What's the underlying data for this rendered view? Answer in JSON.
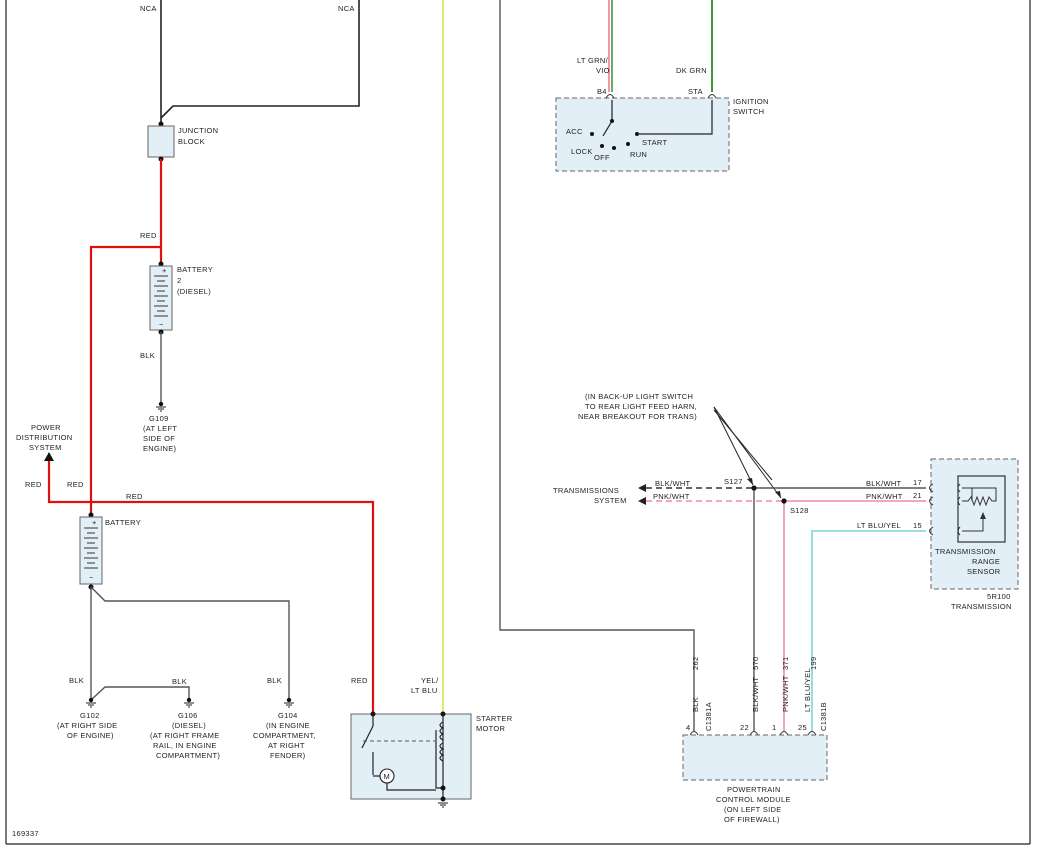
{
  "diagram_id": "169337",
  "labels": {
    "nca_left": "NCA",
    "nca_right": "NCA",
    "junction_block_1": "JUNCTION",
    "junction_block_2": "BLOCK",
    "red_wire_1": "RED",
    "battery2_1": "BATTERY",
    "battery2_2": "2",
    "battery2_3": "(DIESEL)",
    "blk_b2": "BLK",
    "g109_1": "G109",
    "g109_2": "(AT LEFT",
    "g109_3": "SIDE OF",
    "g109_4": "ENGINE)",
    "pds_1": "POWER",
    "pds_2": "DISTRIBUTION",
    "pds_3": "SYSTEM",
    "red_a": "RED",
    "red_b": "RED",
    "red_c": "RED",
    "battery": "BATTERY",
    "blk_g102": "BLK",
    "blk_g106": "BLK",
    "blk_g104": "BLK",
    "g102_1": "G102",
    "g102_2": "(AT RIGHT SIDE",
    "g102_3": "OF ENGINE)",
    "g106_1": "G106",
    "g106_2": "(DIESEL)",
    "g106_3": "(AT RIGHT FRAME",
    "g106_4": "RAIL, IN ENGINE",
    "g106_5": "COMPARTMENT)",
    "g104_1": "G104",
    "g104_2": "(IN ENGINE",
    "g104_3": "COMPARTMENT,",
    "g104_4": "AT RIGHT",
    "g104_5": "FENDER)",
    "red_starter": "RED",
    "yel_ltblu_1": "YEL/",
    "yel_ltblu_2": "LT BLU",
    "starter_1": "STARTER",
    "starter_2": "MOTOR",
    "motor_m": "M",
    "ltgrn_vio_1": "LT GRN/",
    "ltgrn_vio_2": "VIO",
    "dk_grn": "DK GRN",
    "b4": "B4",
    "sta": "STA",
    "ign_1": "IGNITION",
    "ign_2": "SWITCH",
    "acc": "ACC",
    "lock": "LOCK",
    "off": "OFF",
    "run": "RUN",
    "start": "START",
    "note_1": "(IN BACK-UP LIGHT SWITCH",
    "note_2": "TO REAR LIGHT FEED HARN,",
    "note_3": "NEAR BREAKOUT FOR TRANS)",
    "trans_sys_1": "TRANSMISSIONS",
    "trans_sys_2": "SYSTEM",
    "blk_wht_l": "BLK/WHT",
    "pnk_wht_l": "PNK/WHT",
    "s127": "S127",
    "s128": "S128",
    "blk_wht_r": "BLK/WHT",
    "pnk_wht_r": "PNK/WHT",
    "ltblu_yel_r": "LT BLU/YEL",
    "pin17": "17",
    "pin21": "21",
    "pin15": "15",
    "trs_1": "TRANSMISSION",
    "trs_2": "RANGE",
    "trs_3": "SENSOR",
    "trans_1": "5R100",
    "trans_2": "TRANSMISSION",
    "c262": "262",
    "c570": "570",
    "c371": "371",
    "c199": "199",
    "v_blk": "BLK",
    "v_c1381a": "C1381A",
    "v_blkwht": "BLK/WHT",
    "v_pnkwht": "PNK/WHT",
    "v_ltbluyel": "LT BLU/YEL",
    "v_c1381b": "C1381B",
    "p4": "4",
    "p22": "22",
    "p1": "1",
    "p25": "25",
    "pcm_1": "POWERTRAIN",
    "pcm_2": "CONTROL MODULE",
    "pcm_3": "(ON LEFT SIDE",
    "pcm_4": "OF FIREWALL)"
  },
  "colors": {
    "red_wire": "#e01010",
    "black_wire": "#222222",
    "yel_ltblu_wire": "#d8ee7a",
    "dk_grn_wire": "#2a8a2a",
    "pnk_wire": "#f08aa6",
    "lt_blu_yel_wire": "#7ed6d8",
    "component_fill": "#e3eff7"
  },
  "icons": [
    "battery-icon",
    "ground-icon",
    "relay-coil-icon",
    "motor-icon",
    "switch-icon",
    "arrow-up-icon",
    "arrow-left-icon",
    "connector-icon"
  ]
}
